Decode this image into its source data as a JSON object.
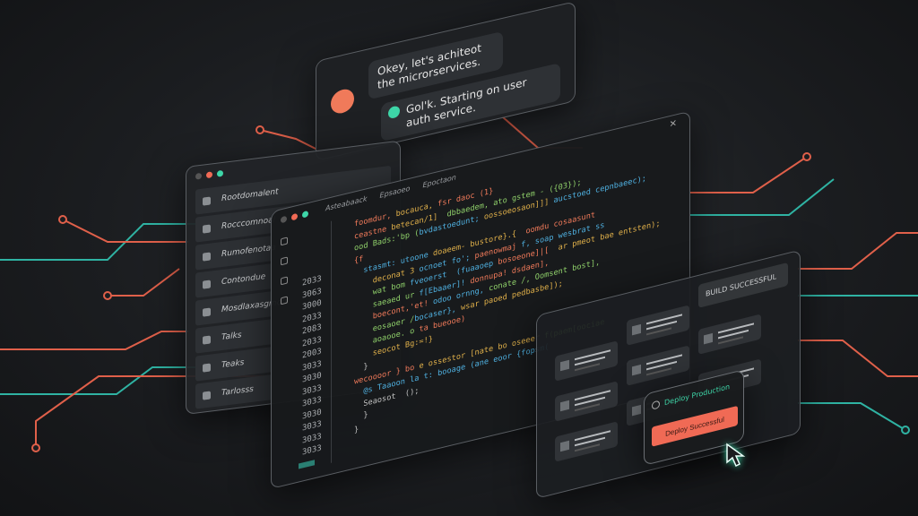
{
  "colors": {
    "accent_orange": "#f06a55",
    "accent_teal": "#3ed6a8",
    "background": "#1b1d20"
  },
  "chat": {
    "messages": [
      {
        "icon": "brain-icon",
        "text": "Okey, let's achiteot the microrservices."
      },
      {
        "icon": "chat-bot-icon",
        "text": "Gol'k. Starting on user auth service."
      }
    ]
  },
  "sidebar": {
    "items": [
      {
        "icon": "puzzle-icon",
        "label": "Rootdomalent"
      },
      {
        "icon": "user-icon",
        "label": "Rocccomnoal"
      },
      {
        "icon": "briefcase-icon",
        "label": "Rumofenotaa"
      },
      {
        "icon": "clipboard-icon",
        "label": "Contondue"
      },
      {
        "icon": "book-icon",
        "label": "Mosdlaxasgmoh"
      },
      {
        "icon": "bag-icon",
        "label": "Talks"
      },
      {
        "icon": "calendar-icon",
        "label": "Teaks"
      },
      {
        "icon": "chart-icon",
        "label": "Tarlosss"
      }
    ]
  },
  "editor": {
    "tabs": [
      "Asteabaack",
      "Epsaoeo",
      "Epoctaon"
    ],
    "line_numbers": [
      "2033",
      "3063",
      "3000",
      "2033",
      "2083",
      "2033",
      "2003",
      "3033",
      "3030",
      "3033",
      "3033",
      "3030",
      "3033",
      "3033",
      "3033"
    ],
    "lines": [
      [
        {
          "t": "foomdur, ",
          "c": "#f07a5a"
        },
        {
          "t": "bocauca, ",
          "c": "#e0b04a"
        },
        {
          "t": "fsr daoc (1}",
          "c": "#f07a5a"
        }
      ],
      [
        {
          "t": "ceastne ",
          "c": "#f07a5a"
        },
        {
          "t": "betecan/1]",
          "c": "#e0b04a"
        },
        {
          "t": "  dbbaedem, ato gstem - ({03});",
          "c": "#8fd06a"
        }
      ],
      [
        {
          "t": "ood Bads:'bp (",
          "c": "#8fd06a"
        },
        {
          "t": "bvdastoedunt; ",
          "c": "#4fb0e0"
        },
        {
          "t": "oossoeosaon]]] ",
          "c": "#e0b04a"
        },
        {
          "t": "aucstoed cepnbaeec);",
          "c": "#4fb0e0"
        }
      ],
      [
        {
          "t": "{f",
          "c": "#f07a5a"
        }
      ],
      [
        {
          "t": "  stasmt: ",
          "c": "#4fb0e0"
        },
        {
          "t": "utoone ",
          "c": "#4fb0e0"
        },
        {
          "t": "doaeem- bustore}.{  ",
          "c": "#e0b04a"
        },
        {
          "t": "oomdu cosaasunt",
          "c": "#f07a5a"
        }
      ],
      [
        {
          "t": "    deconat 3 ",
          "c": "#e0b04a"
        },
        {
          "t": "ocnoet fo'; ",
          "c": "#4fb0e0"
        },
        {
          "t": "paenowmaj ",
          "c": "#f07a5a"
        },
        {
          "t": "f, soap wesbrat ss",
          "c": "#4fb0e0"
        }
      ],
      [
        {
          "t": "    wat bom ",
          "c": "#8fd06a"
        },
        {
          "t": "fveoerst  (fuaaoep ",
          "c": "#4fb0e0"
        },
        {
          "t": "bosoeone]|[",
          "c": "#f07a5a"
        },
        {
          "t": "  ar pmeot bae entsten);",
          "c": "#e0b04a"
        }
      ],
      [
        {
          "t": "    saeaed ur ",
          "c": "#8fd06a"
        },
        {
          "t": "f[Ebaaer]! ",
          "c": "#4fb0e0"
        },
        {
          "t": "donnupa! dsdaen],",
          "c": "#f07a5a"
        }
      ],
      [
        {
          "t": "    boecont,'et! ",
          "c": "#f07a5a"
        },
        {
          "t": "odoo ornng, ",
          "c": "#4fb0e0"
        },
        {
          "t": "conate /, Oomsent bost],",
          "c": "#8fd06a"
        }
      ],
      [
        {
          "t": "    eosaoer /",
          "c": "#8fd06a"
        },
        {
          "t": "bocaser}, ",
          "c": "#4fb0e0"
        },
        {
          "t": "wsar paoed pedbasbe]);",
          "c": "#e0b04a"
        }
      ],
      [
        {
          "t": "    aoaooe. o ",
          "c": "#8fd06a"
        },
        {
          "t": "ta bueooe)",
          "c": "#f07a5a"
        }
      ],
      [
        {
          "t": "    seocot Bg:=!}",
          "c": "#e0b04a"
        }
      ],
      [
        {
          "t": "  }",
          "c": "#c0c0c0"
        }
      ],
      [
        {
          "t": "wecoooor } bo ",
          "c": "#f07a5a"
        },
        {
          "t": "e ossestor [nate bo oseeer ",
          "c": "#e0b04a"
        },
        {
          "t": "f(paem[oociae",
          "c": "#8fd06a"
        }
      ],
      [
        {
          "t": "  @s Taaoon la t: booage ",
          "c": "#4fb0e0"
        },
        {
          "t": "(ane eoor {fopsm(",
          "c": "#4fb0e0"
        }
      ],
      [
        {
          "t": "  Seaosot  ();",
          "c": "#c0c0c0"
        }
      ],
      [
        {
          "t": "  }",
          "c": "#c0c0c0"
        }
      ],
      [
        {
          "t": "}",
          "c": "#c0c0c0"
        }
      ]
    ]
  },
  "dashboard": {
    "status": "BUILD SUCCESSFUL"
  },
  "deploy": {
    "title": "Deploy Production",
    "button": "Deploy Successful"
  }
}
